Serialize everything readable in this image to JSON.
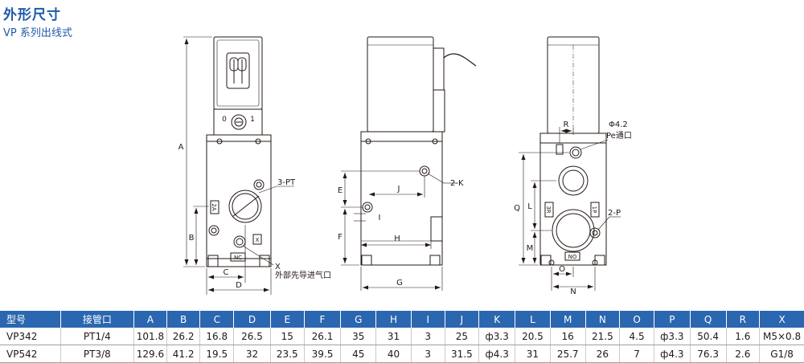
{
  "header": {
    "title": "外形尺寸",
    "subtitle": "VP 系列出线式"
  },
  "drawing_labels": {
    "A": "A",
    "B": "B",
    "C": "C",
    "D": "D",
    "E": "E",
    "F": "F",
    "G": "G",
    "H": "H",
    "I": "I",
    "J": "J",
    "L": "L",
    "M": "M",
    "N": "N",
    "O": "O",
    "Q": "Q",
    "R": "R",
    "port_3pt": "3-PT",
    "port_2k": "2-K",
    "port_2p": "2-P",
    "port_x": "X",
    "pilot_port_label": "外部先导进气口",
    "pe_dia": "Φ4.2",
    "pe_label": "Pe通口",
    "mark_2a": "2A",
    "mark_x": "X",
    "mark_nc": "NC",
    "mark_3r": "3R",
    "mark_1p": "1P",
    "mark_no": "NO",
    "manual_0": "0",
    "manual_1": "1"
  },
  "table": {
    "headers": [
      "型号",
      "接管口",
      "A",
      "B",
      "C",
      "D",
      "E",
      "F",
      "G",
      "H",
      "I",
      "J",
      "K",
      "L",
      "M",
      "N",
      "O",
      "P",
      "Q",
      "R",
      "X"
    ],
    "rows": [
      [
        "VP342",
        "PT1/4",
        "101.8",
        "26.2",
        "16.8",
        "26.5",
        "15",
        "26.1",
        "35",
        "31",
        "3",
        "25",
        "ф3.3",
        "20.5",
        "16",
        "21.5",
        "4.5",
        "ф3.3",
        "50.4",
        "1.6",
        "M5×0.8"
      ],
      [
        "VP542",
        "PT3/8",
        "129.6",
        "41.2",
        "19.5",
        "32",
        "23.5",
        "39.5",
        "45",
        "40",
        "3",
        "31.5",
        "ф4.3",
        "31",
        "25.7",
        "26",
        "7",
        "ф4.3",
        "76.3",
        "2.6",
        "G1/8"
      ]
    ]
  }
}
